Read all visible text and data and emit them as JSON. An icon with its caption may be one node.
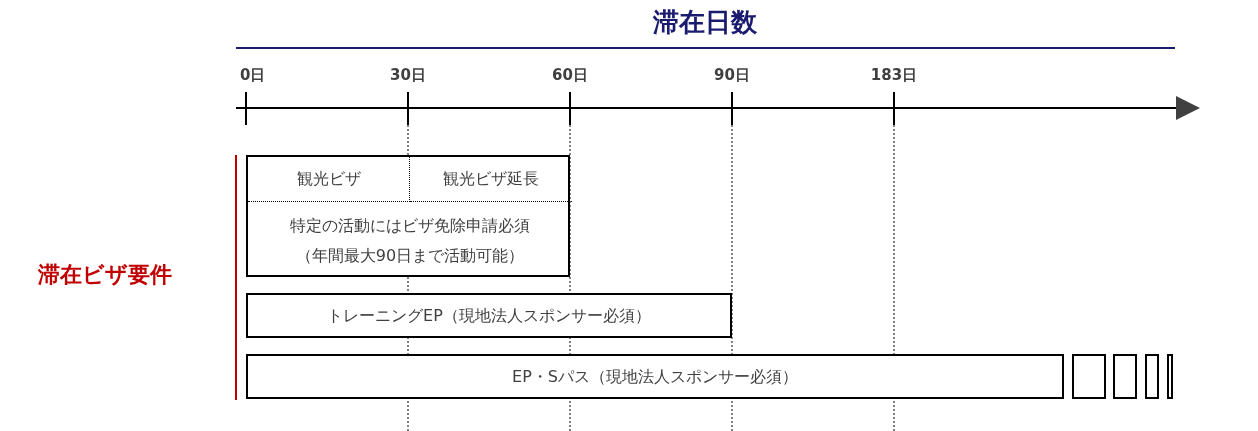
{
  "diagram": {
    "title": "滞在日数",
    "nodes": [
      {
        "text": [],
        "shape": "box"
      },
      {
        "text": [
          "観光ビザ"
        ],
        "in": 0
      },
      {
        "text": [
          "観光ビザ延長"
        ],
        "in": 0
      },
      {
        "text": [
          "特定の活動にはビザ免除申請必須",
          "（年間最大90日まで活動可能）"
        ],
        "in": 0
      },
      {
        "text": [
          "トレーニングEP（現地法人スポンサー必須）"
        ]
      },
      {
        "text": [
          "EP・Sパス（現地法人スポンサー必須）"
        ]
      },
      {
        "text": [],
        "shape": "box"
      },
      {
        "text": [],
        "shape": "box"
      },
      {
        "text": [],
        "shape": "box"
      },
      {
        "text": [],
        "shape": "box"
      }
    ],
    "edges": [],
    "labels": [
      "0日",
      "30日",
      "60日",
      "90日",
      "183日",
      "滞在ビザ要件"
    ]
  }
}
